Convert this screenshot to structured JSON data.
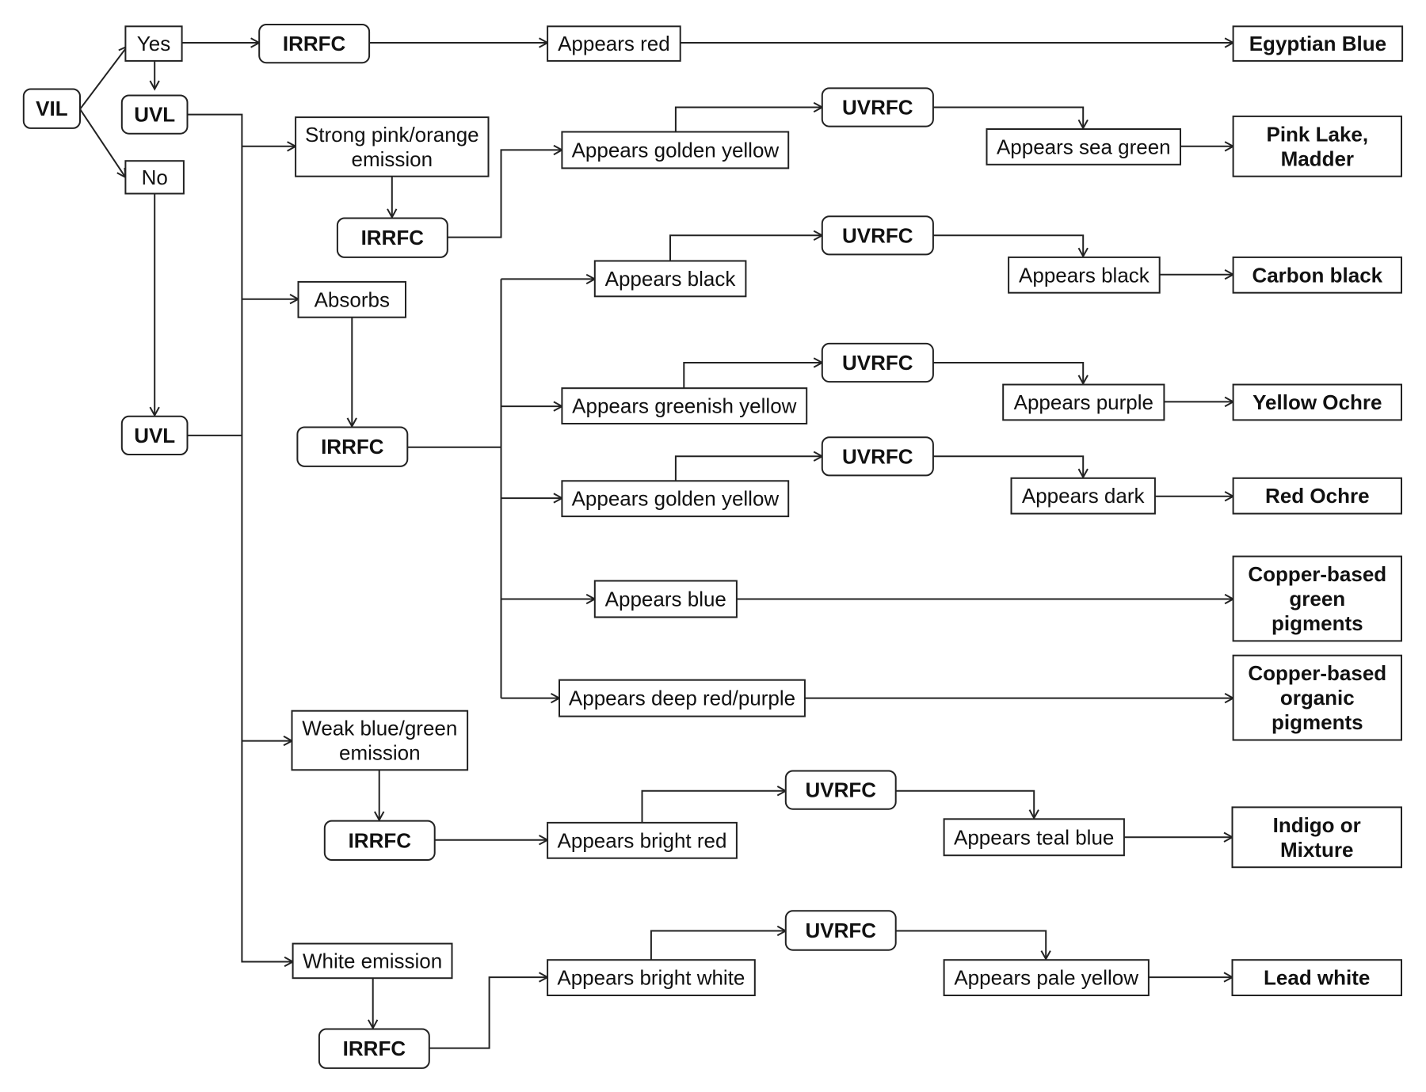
{
  "nodes": {
    "vil": "VIL",
    "yes": "Yes",
    "no": "No",
    "uvl_yes": "UVL",
    "uvl_no": "UVL",
    "irrfc_top": "IRRFC",
    "appears_red": "Appears red",
    "egyptian_blue": "Egyptian Blue",
    "strong_pink": [
      "Strong pink/orange",
      "emission"
    ],
    "irrfc_pink": "IRRFC",
    "pink_golden": "Appears golden yellow",
    "uvrfc_pink": "UVRFC",
    "sea_green": "Appears sea green",
    "pink_lake": [
      "Pink Lake,",
      "Madder"
    ],
    "absorbs": "Absorbs",
    "irrfc_abs": "IRRFC",
    "abs_black": "Appears black",
    "uvrfc_black": "UVRFC",
    "black_black": "Appears black",
    "carbon_black": "Carbon black",
    "abs_greenish": "Appears greenish yellow",
    "uvrfc_greenish": "UVRFC",
    "purple": "Appears purple",
    "yellow_ochre": "Yellow Ochre",
    "abs_golden": "Appears golden yellow",
    "uvrfc_golden": "UVRFC",
    "dark": "Appears dark",
    "red_ochre": "Red Ochre",
    "abs_blue": "Appears blue",
    "copper_green": [
      "Copper-based",
      "green",
      "pigments"
    ],
    "abs_deep": "Appears deep red/purple",
    "copper_organic": [
      "Copper-based",
      "organic",
      "pigments"
    ],
    "weak_blue": [
      "Weak blue/green",
      "emission"
    ],
    "irrfc_weak": "IRRFC",
    "bright_red": "Appears bright red",
    "uvrfc_weak": "UVRFC",
    "teal": "Appears teal blue",
    "indigo": [
      "Indigo or",
      "Mixture"
    ],
    "white_em": "White emission",
    "irrfc_white": "IRRFC",
    "bright_white": "Appears bright white",
    "uvrfc_white": "UVRFC",
    "pale_yellow": "Appears pale yellow",
    "lead_white": "Lead white"
  }
}
